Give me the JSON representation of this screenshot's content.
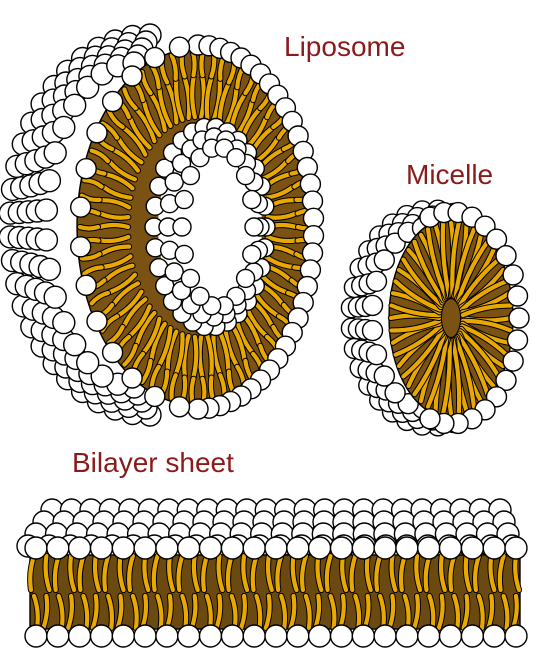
{
  "labels": {
    "liposome": "Liposome",
    "micelle": "Micelle",
    "bilayer": "Bilayer sheet"
  },
  "colors": {
    "label": "#8b1a1a",
    "tail": "#e8a800",
    "tail_dark": "#6b4a12",
    "core_fill": "#7a5213",
    "head_fill": "#ffffff",
    "outline": "#000000"
  }
}
